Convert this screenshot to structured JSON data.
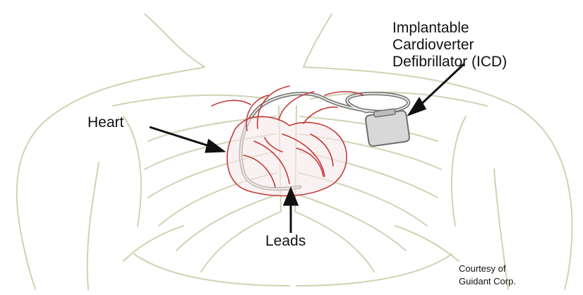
{
  "labels": {
    "icd": [
      "Implantable",
      "Cardioverter",
      "Defibrillator (ICD)"
    ],
    "heart": "Heart",
    "leads": "Leads",
    "credit": [
      "Courtesy of",
      "Guidant Corp."
    ]
  },
  "colors": {
    "outline": "#cfd3b3",
    "heart": "#c23a3a",
    "lead": "#6f706b",
    "device_fill": "#d8d8d8",
    "arrow": "#111111"
  }
}
